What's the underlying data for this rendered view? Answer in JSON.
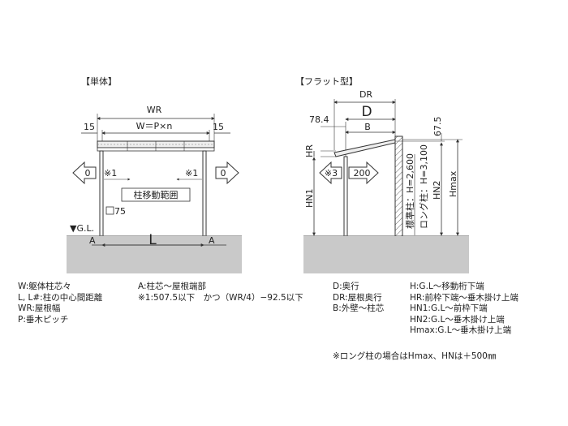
{
  "single": {
    "title": "【単体】",
    "wr": "WR",
    "w_eq": "W＝P×n",
    "left_15": "15",
    "right_15": "15",
    "arrow_left": "0",
    "arrow_right": "0",
    "note_left": "※1",
    "note_right": "※1",
    "range": "柱移動範囲",
    "dim_75": "75",
    "gl": "▼G.L.",
    "a_left": "A",
    "a_right": "A",
    "l": "L"
  },
  "flat": {
    "title": "【フラット型】",
    "dr": "DR",
    "d": "D",
    "b": "B",
    "dim_78": "78.4",
    "dim_67": "67.5",
    "hr": "HR",
    "hn1": "HN1",
    "hn2": "HN2",
    "hmax": "Hmax",
    "note3": "※3",
    "arrow_200": "200",
    "std_h": "標準柱：H=2,600",
    "long_h": "ロング柱：H=3,100"
  },
  "legend": {
    "col1": [
      "W:躯体柱芯々",
      "L, L#:柱の中心間距離",
      "WR:屋根幅",
      "P:垂木ピッチ"
    ],
    "col2": [
      "A:柱芯～屋根端部",
      "※1:507.5以下　かつ（WR/4）−92.5以下"
    ],
    "col3": [
      "D:奥行",
      "DR:屋根奥行",
      "B:外壁～柱芯"
    ],
    "col4": [
      "H:G.L～移動桁下端",
      "HR:前枠下端～垂木掛け上端",
      "HN1:G.L～前枠下端",
      "HN2:G.L～垂木掛け上端",
      "Hmax:G.L～垂木掛け上端"
    ],
    "note": "※ロング柱の場合はHmax、HNは＋500㎜"
  }
}
